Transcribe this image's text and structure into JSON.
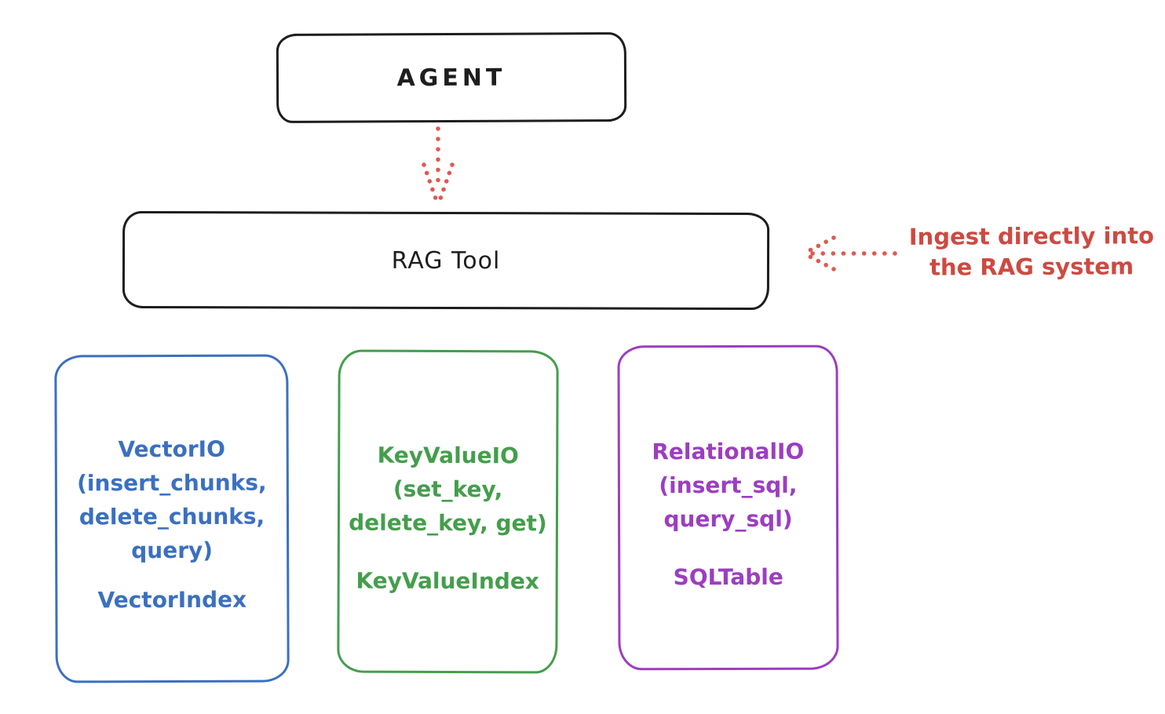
{
  "colors": {
    "background": "#ffffff",
    "ink": "#1e1e1e",
    "red_text": "#cd4a42",
    "red_arrow": "#dd5a52",
    "blue": "#3b70c0",
    "green": "#449e4c",
    "purple": "#9c3ec0"
  },
  "nodes": {
    "agent": {
      "label": "AGENT"
    },
    "rag_tool": {
      "label": "RAG Tool"
    }
  },
  "annotation": {
    "line1": "Ingest directly into",
    "line2": "the RAG system"
  },
  "arrows": [
    {
      "name": "agent-to-ragtool-dotted-arrow",
      "style": "dotted",
      "direction": "down",
      "color": "#dd5a52"
    },
    {
      "name": "ingest-dotted-arrow",
      "style": "dotted",
      "direction": "left",
      "color": "#dd5a52"
    }
  ],
  "storage_boxes": [
    {
      "interface": "VectorIO",
      "methods": [
        "(insert_chunks,",
        "delete_chunks,",
        "query)"
      ],
      "index": "VectorIndex",
      "color": "#3b70c0"
    },
    {
      "interface": "KeyValueIO",
      "methods": [
        "(set_key,",
        "delete_key, get)"
      ],
      "index": "KeyValueIndex",
      "color": "#449e4c"
    },
    {
      "interface": "RelationalIO",
      "methods": [
        "(insert_sql,",
        "query_sql)"
      ],
      "index": "SQLTable",
      "color": "#9c3ec0"
    }
  ]
}
